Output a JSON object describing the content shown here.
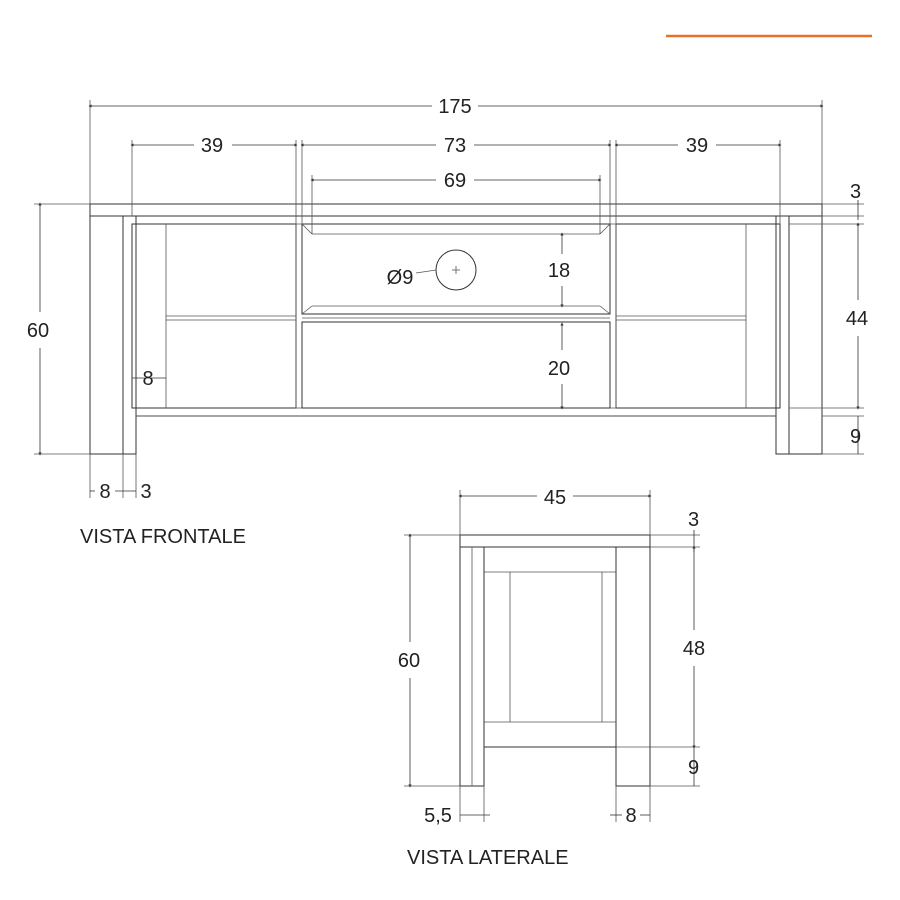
{
  "accent_color": "#E8702A",
  "front_view": {
    "title": "VISTA FRONTALE",
    "dims": {
      "total_width": "175",
      "left_section": "39",
      "center_section": "73",
      "right_section": "39",
      "center_inner": "69",
      "top_thickness": "3",
      "height": "60",
      "inner_height": "44",
      "foot_height": "9",
      "upper_compartment": "18",
      "drawer": "20",
      "side_gap": "8",
      "leg_width": "8",
      "leg_gap": "3",
      "hole_diameter": "Ø9"
    }
  },
  "side_view": {
    "title": "VISTA LATERALE",
    "dims": {
      "depth": "45",
      "top_thickness": "3",
      "height": "60",
      "inner_height": "48",
      "foot_height": "9",
      "left_leg": "5,5",
      "right_leg": "8"
    }
  }
}
